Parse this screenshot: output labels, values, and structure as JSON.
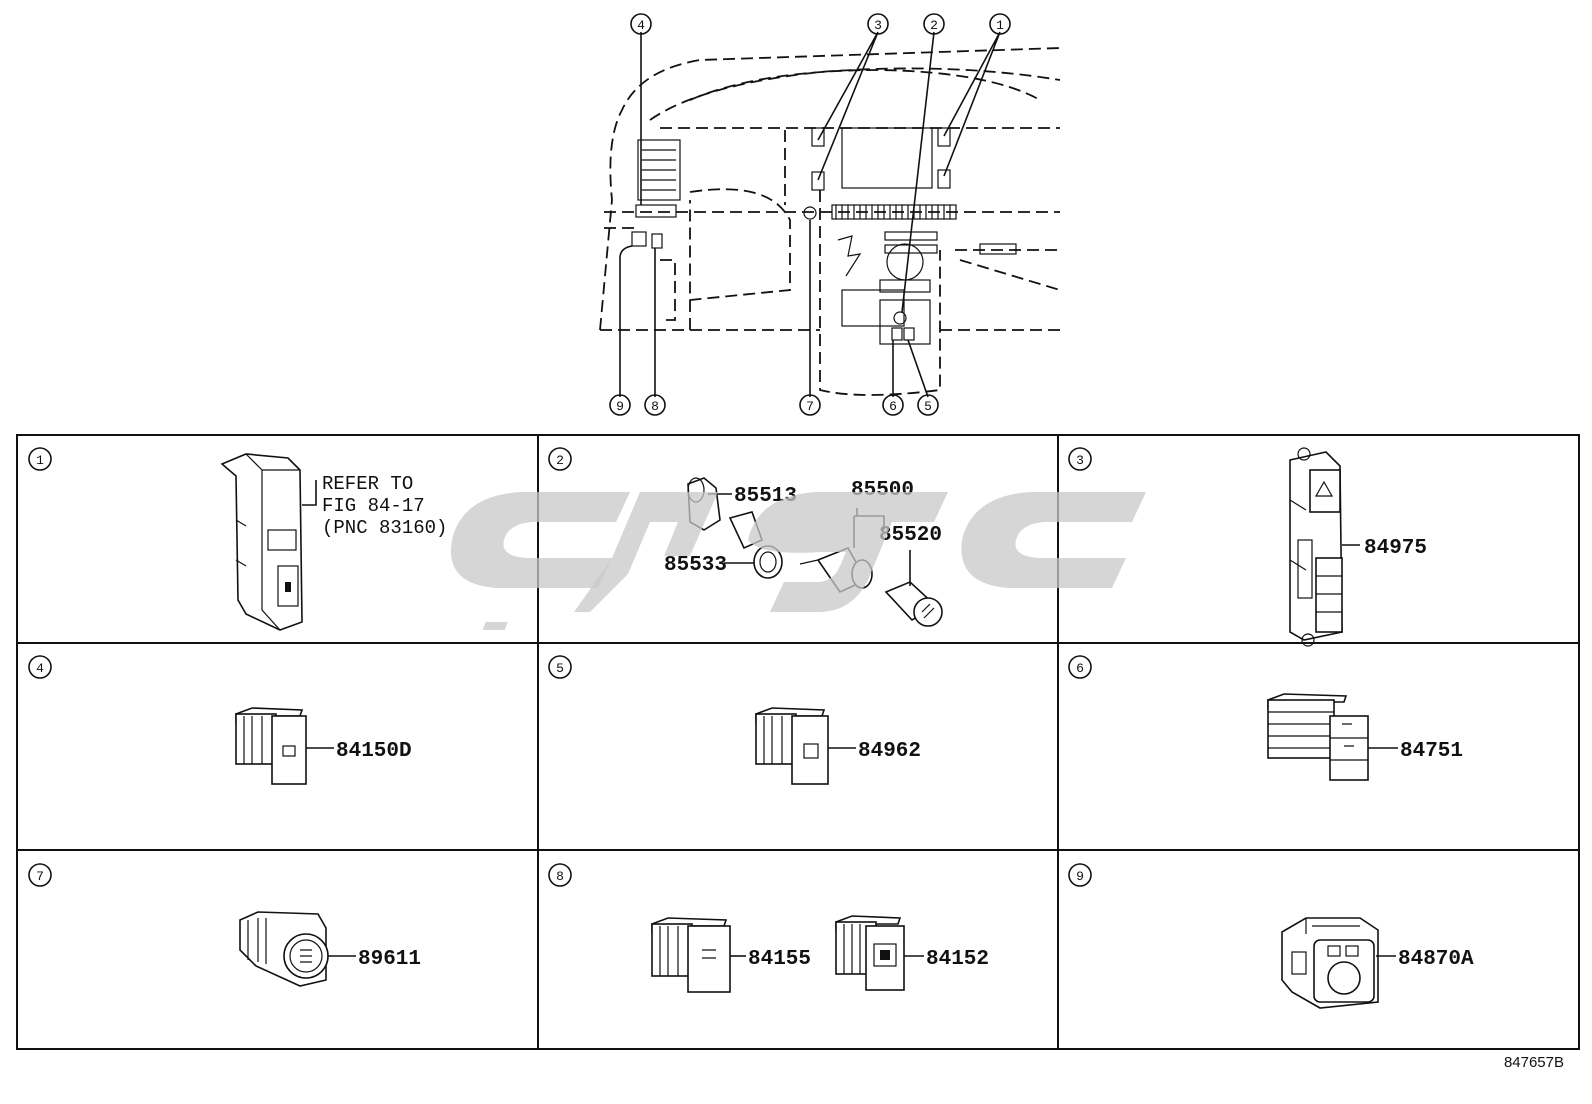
{
  "overview": {
    "callouts": [
      "4",
      "3",
      "2",
      "1",
      "9",
      "8",
      "7",
      "6",
      "5"
    ]
  },
  "cells": [
    {
      "num": "1",
      "refer": [
        "REFER TO",
        "FIG 84-17",
        "(PNC 83160)"
      ]
    },
    {
      "num": "2",
      "parts": [
        "85513",
        "85533",
        "85500",
        "85520"
      ]
    },
    {
      "num": "3",
      "parts": [
        "84975"
      ]
    },
    {
      "num": "4",
      "parts": [
        "84150D"
      ]
    },
    {
      "num": "5",
      "parts": [
        "84962"
      ]
    },
    {
      "num": "6",
      "parts": [
        "84751"
      ]
    },
    {
      "num": "7",
      "parts": [
        "89611"
      ]
    },
    {
      "num": "8",
      "parts": [
        "84155",
        "84152"
      ]
    },
    {
      "num": "9",
      "parts": [
        "84870A"
      ]
    }
  ],
  "drawing_code": "847657B"
}
